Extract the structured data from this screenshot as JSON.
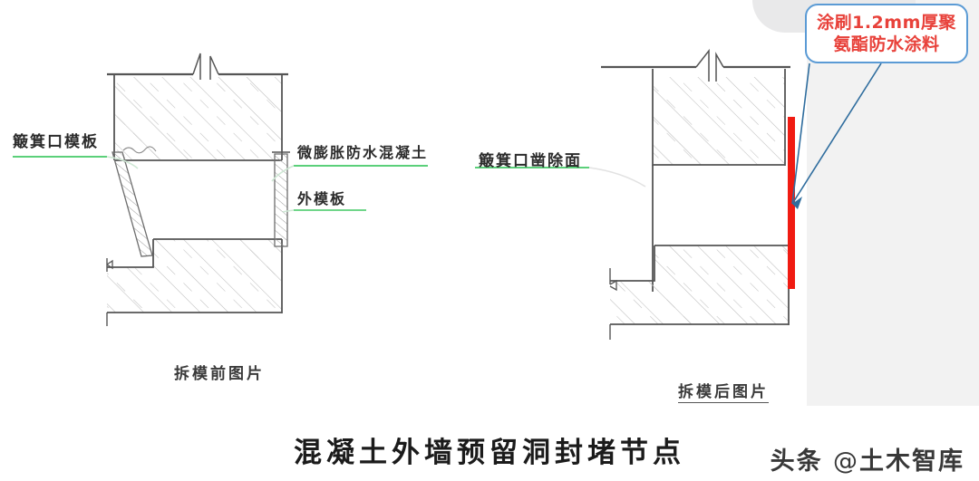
{
  "document": {
    "title": "混凝土外墙预留洞封堵节点",
    "watermark_prefix": "头条",
    "watermark_at": "@",
    "watermark_name": "土木智库"
  },
  "callout": {
    "line1": "涂刷1.2mm厚聚",
    "line2": "氨酯防水涂料",
    "text_color": "#e8413a",
    "border_color": "#5b9bd5"
  },
  "left_diagram": {
    "caption": "拆模前图片",
    "labels": {
      "formwork": "簸箕口模板",
      "concrete": "微膨胀防水混凝土",
      "outer_panel": "外模板"
    },
    "leader_color": "#5bd07a"
  },
  "right_diagram": {
    "caption": "拆模后图片",
    "labels": {
      "chisel_face": "簸箕口凿除面"
    },
    "coating_color": "#f01b12",
    "leader_color": "#5bd07a"
  },
  "colors": {
    "line": "#555555",
    "hatch": "#b9b9b9",
    "background": "#ffffff",
    "panel": "#f2f2f2"
  }
}
